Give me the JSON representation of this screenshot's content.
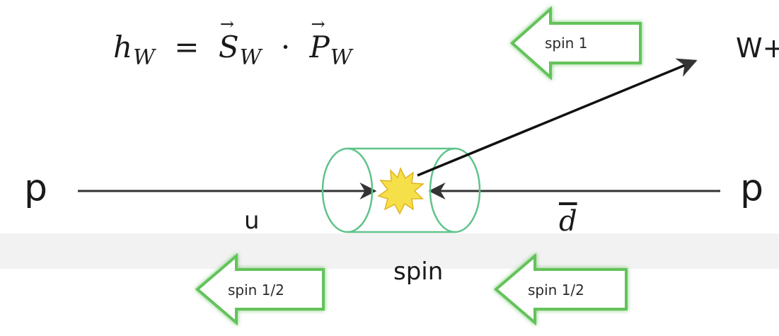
{
  "formula": {
    "lhs": "h",
    "lhs_sub": "W",
    "eq": "=",
    "s": "S",
    "s_sub": "W",
    "dot": "·",
    "p": "P",
    "p_sub": "W"
  },
  "labels": {
    "w_plus": "W+",
    "proton_left": "p",
    "proton_right": "p",
    "quark_u": "u",
    "antiquark": "d",
    "spin": "spin"
  },
  "spin_arrows": {
    "top": "spin 1",
    "bottom_left": "spin 1/2",
    "bottom_right": "spin 1/2"
  },
  "colors": {
    "arrow_fill": "#ffffff",
    "arrow_stroke": "#63c35a",
    "arrow_glow": "#a8e6a0",
    "cylinder": "#5fc38a",
    "burst": "#f6e04a",
    "line": "#333333"
  }
}
